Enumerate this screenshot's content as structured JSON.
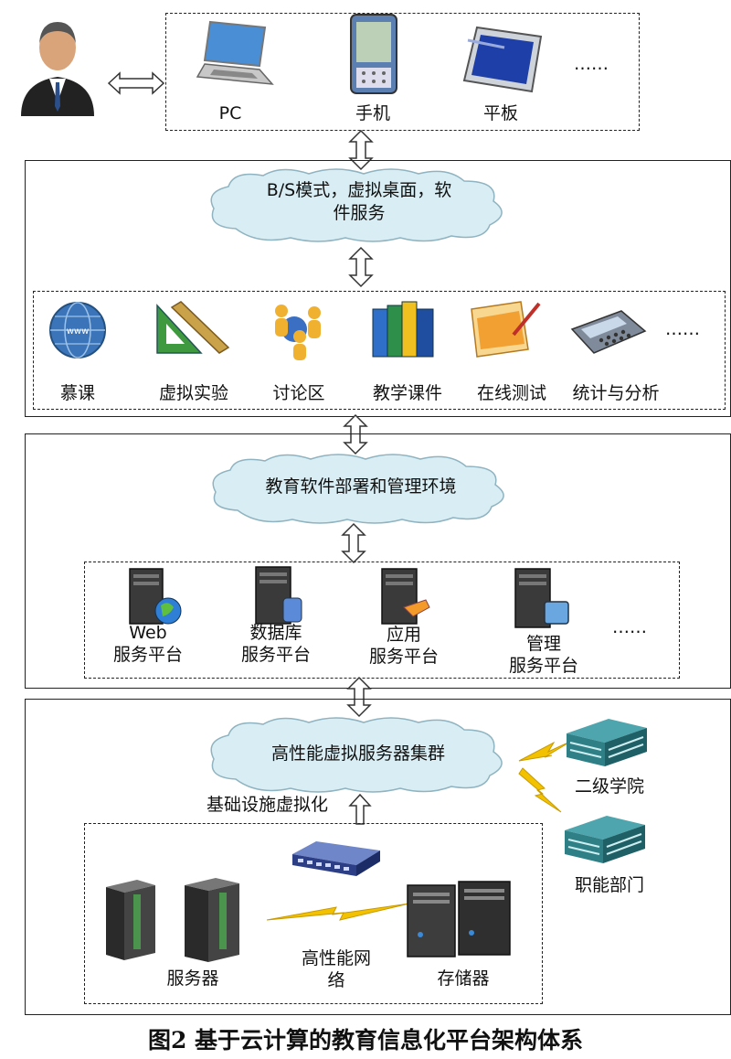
{
  "devices": {
    "pc": "PC",
    "phone": "手机",
    "tablet": "平板",
    "more": "……"
  },
  "layer1": {
    "cloud": "B/S模式，虚拟桌面，软件服务",
    "cloud_line1": "B/S模式，虚拟桌面，软",
    "cloud_line2": "件服务",
    "apps": [
      "慕课",
      "虚拟实验",
      "讨论区",
      "教学课件",
      "在线测试",
      "统计与分析"
    ],
    "more": "……"
  },
  "layer2": {
    "cloud": "教育软件部署和管理环境",
    "platforms": [
      {
        "l1": "Web",
        "l2": "服务平台"
      },
      {
        "l1": "数据库",
        "l2": "服务平台"
      },
      {
        "l1": "应用",
        "l2": "服务平台"
      },
      {
        "l1": "管理",
        "l2": "服务平台"
      }
    ],
    "more": "……"
  },
  "layer3": {
    "cloud": "高性能虚拟服务器集群",
    "infra_label": "基础设施虚拟化",
    "dept1": "二级学院",
    "dept2": "职能部门",
    "servers": "服务器",
    "network_l1": "高性能网",
    "network_l2": "络",
    "storage": "存储器"
  },
  "caption": "图2  基于云计算的教育信息化平台架构体系",
  "colors": {
    "cloud_fill": "#d9eef4",
    "building": "#2f7f86",
    "lightning": "#f2c200",
    "server": "#3a3a3a"
  }
}
